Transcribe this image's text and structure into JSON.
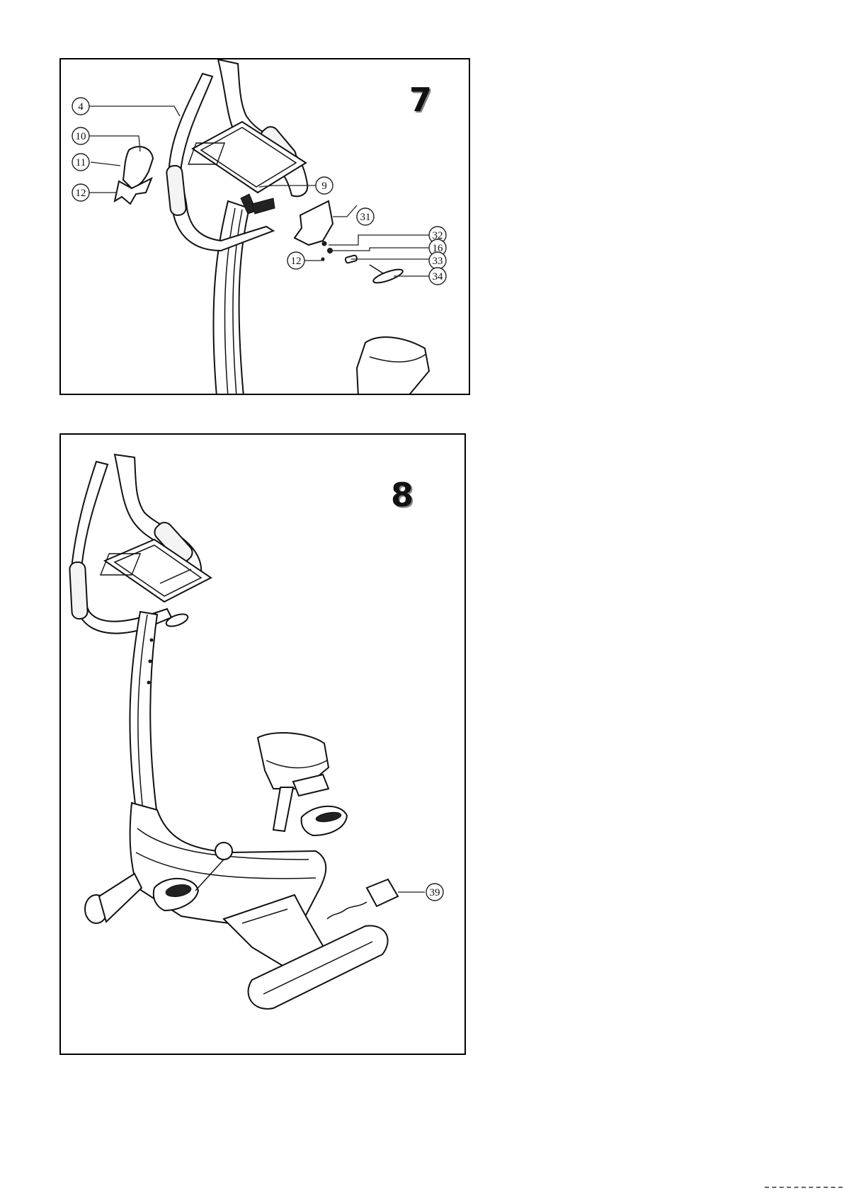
{
  "panels": [
    {
      "step": "7",
      "callouts": [
        "4",
        "10",
        "11",
        "12",
        "9",
        "31",
        "32",
        "16",
        "12",
        "33",
        "34"
      ]
    },
    {
      "step": "8",
      "callouts": [
        "39"
      ]
    }
  ]
}
